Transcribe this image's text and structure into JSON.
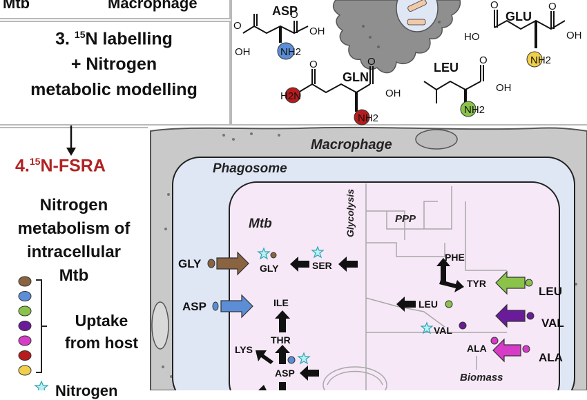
{
  "left_top": {
    "col_mtb": "Mtb",
    "col_macrophage": "Macrophage"
  },
  "step3": {
    "line1_prefix": "3. ",
    "line1_sup": "15",
    "line1_suffix": "N labelling",
    "line2": "+ Nitrogen",
    "line3": "metabolic modelling"
  },
  "step4": {
    "prefix": "4.",
    "sup": "15",
    "suffix": "N-FSRA",
    "desc_lines": [
      "Nitrogen",
      "metabolism of",
      "intracellular",
      "Mtb"
    ],
    "legend_uptake_1": "Uptake",
    "legend_uptake_2": "from host",
    "legend_nitrogen": "Nitrogen",
    "legend_colors": [
      "#8a6440",
      "#5b8ed6",
      "#8bc34a",
      "#6a1b9a",
      "#d63cc8",
      "#b71c1c",
      "#f0d04a"
    ]
  },
  "molecules": {
    "asp": "ASP",
    "glu": "GLU",
    "gln": "GLN",
    "leu": "LEU",
    "oh": "OH",
    "ho": "HO",
    "o": "O",
    "nh2": "NH2",
    "h2n": "H2N"
  },
  "diagram": {
    "macrophage": "Macrophage",
    "phagosome": "Phagosome",
    "mtb": "Mtb",
    "glycolysis": "Glycolysis",
    "ppp": "PPP",
    "biomass": "Biomass",
    "host_left": [
      "GLY",
      "ASP"
    ],
    "host_right": [
      "LEU",
      "VAL",
      "ALA"
    ],
    "internal": {
      "gly": "GLY",
      "ser": "SER",
      "ile": "ILE",
      "thr": "THR",
      "lys": "LYS",
      "asp": "ASP",
      "phe": "PHE",
      "tyr": "TYR",
      "leu": "LEU",
      "val": "VAL",
      "ala": "ALA"
    }
  },
  "colors": {
    "gly": "#8a6440",
    "asp": "#5b8ed6",
    "leu": "#8bc34a",
    "val": "#6a1b9a",
    "ala": "#d63cc8",
    "gln": "#b71c1c",
    "glu": "#f0d04a",
    "accent_red": "#b22222",
    "phagosome_fill": "#dfe6f4",
    "mtb_fill": "#f6e8f6",
    "macrophage_fill": "#c9c9c9"
  }
}
